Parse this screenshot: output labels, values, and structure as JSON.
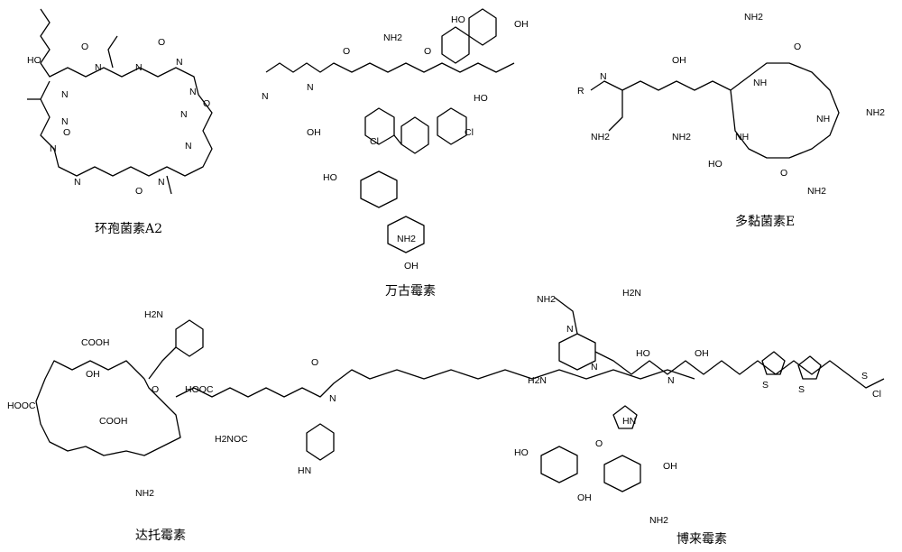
{
  "molecules": [
    {
      "name": "环孢菌素A2",
      "atoms": [
        "HO",
        "N",
        "N",
        "N",
        "N",
        "N",
        "N",
        "N",
        "N",
        "N",
        "N",
        "N",
        "O",
        "O",
        "O",
        "O",
        "O"
      ]
    },
    {
      "name": "万古霉素",
      "atoms": [
        "NH2",
        "N",
        "N",
        "Cl",
        "Cl",
        "OH",
        "HO",
        "HO",
        "OH",
        "HO",
        "NH2",
        "O",
        "O",
        "OH"
      ]
    },
    {
      "name": "多黏菌素E",
      "atoms": [
        "NH2",
        "R",
        "N",
        "NH2",
        "NH2",
        "OH",
        "HO",
        "NH2",
        "NH2",
        "NH",
        "NH",
        "NH",
        "O",
        "O"
      ]
    },
    {
      "name": "达托霉素",
      "atoms": [
        "H2N",
        "COOH",
        "HOOC",
        "OH",
        "COOH",
        "HOOC",
        "H2NOC",
        "HN",
        "NH2",
        "O",
        "O",
        "N"
      ]
    },
    {
      "name": "博来霉素",
      "atoms": [
        "NH2",
        "H2N",
        "H2N",
        "N",
        "N",
        "HO",
        "OH",
        "HN",
        "N",
        "S",
        "S",
        "S",
        "Cl",
        "O",
        "OH",
        "OH",
        "HO",
        "NH2"
      ]
    }
  ]
}
